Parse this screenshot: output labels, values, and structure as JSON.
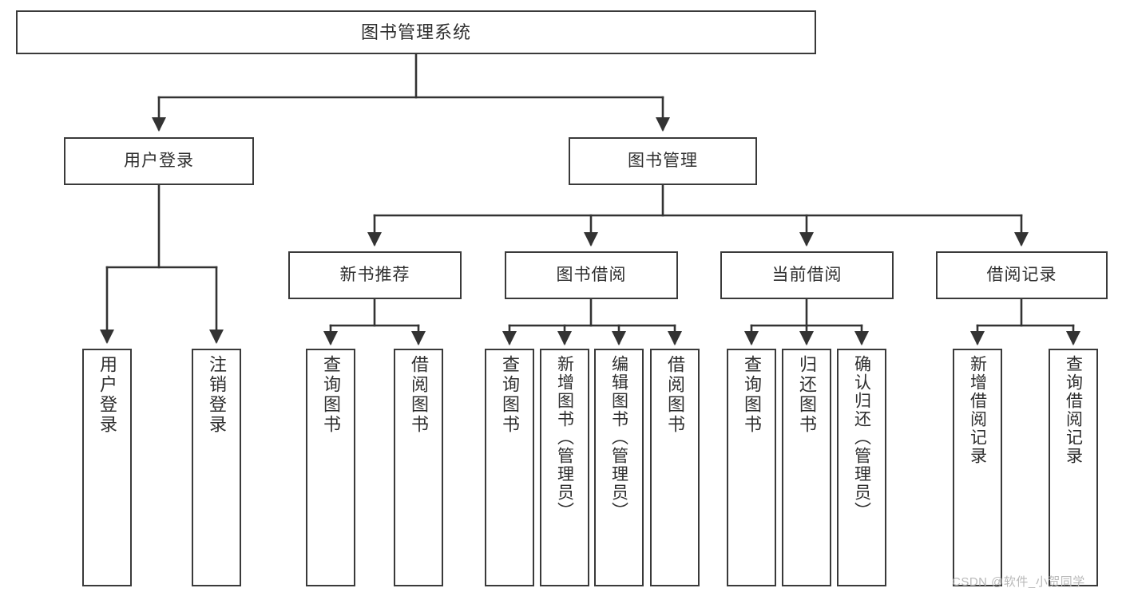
{
  "diagram": {
    "title": "图书管理系统",
    "type": "functional-structure-tree",
    "colors": {
      "background": "#ffffff",
      "node_border": "#3a3a3a",
      "node_fill": "#ffffff",
      "text": "#2e2e2e",
      "edge": "#333333",
      "watermark": "#b9b9b9"
    },
    "root": {
      "label": "图书管理系统"
    },
    "level1": [
      {
        "label": "用户登录"
      },
      {
        "label": "图书管理"
      }
    ],
    "level2": [
      {
        "label": "新书推荐"
      },
      {
        "label": "图书借阅"
      },
      {
        "label": "当前借阅"
      },
      {
        "label": "借阅记录"
      }
    ],
    "leaves": {
      "user_login": [
        {
          "label": "用户登录"
        },
        {
          "label": "注销登录"
        }
      ],
      "new_book_recommend": [
        {
          "label": "查询图书"
        },
        {
          "label": "借阅图书"
        }
      ],
      "book_borrow": [
        {
          "label": "查询图书"
        },
        {
          "label": "新增图书（管理员）"
        },
        {
          "label": "编辑图书（管理员）"
        },
        {
          "label": "借阅图书"
        }
      ],
      "current_borrow": [
        {
          "label": "查询图书"
        },
        {
          "label": "归还图书"
        },
        {
          "label": "确认归还（管理员）"
        }
      ],
      "borrow_record": [
        {
          "label": "新增借阅记录"
        },
        {
          "label": "查询借阅记录"
        }
      ]
    }
  },
  "watermark": {
    "text": "CSDN @软件_小贺同学"
  }
}
